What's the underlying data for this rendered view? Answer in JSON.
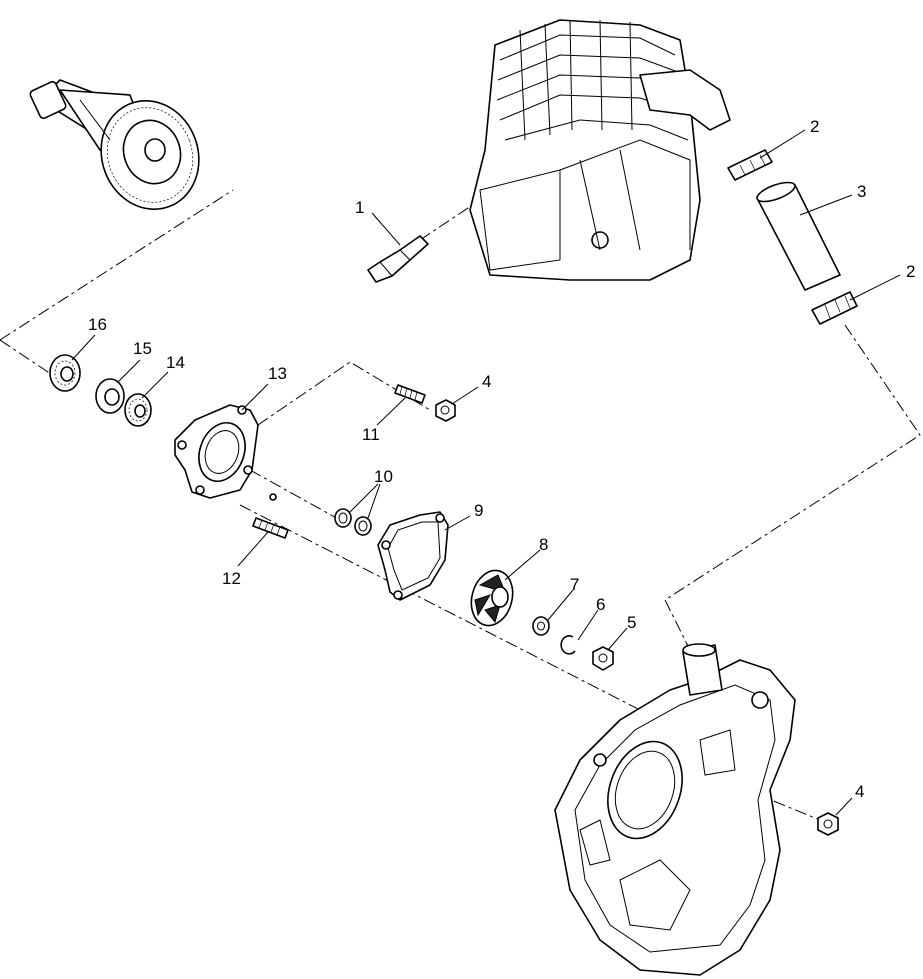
{
  "callouts": [
    {
      "id": "c1",
      "number": "1"
    },
    {
      "id": "c2a",
      "number": "2"
    },
    {
      "id": "c2b",
      "number": "2"
    },
    {
      "id": "c3",
      "number": "3"
    },
    {
      "id": "c4a",
      "number": "4"
    },
    {
      "id": "c4b",
      "number": "4"
    },
    {
      "id": "c5",
      "number": "5"
    },
    {
      "id": "c6",
      "number": "6"
    },
    {
      "id": "c7",
      "number": "7"
    },
    {
      "id": "c8",
      "number": "8"
    },
    {
      "id": "c9",
      "number": "9"
    },
    {
      "id": "c10",
      "number": "10"
    },
    {
      "id": "c11",
      "number": "11"
    },
    {
      "id": "c12",
      "number": "12"
    },
    {
      "id": "c13",
      "number": "13"
    },
    {
      "id": "c14",
      "number": "14"
    },
    {
      "id": "c15",
      "number": "15"
    },
    {
      "id": "c16",
      "number": "16"
    }
  ]
}
